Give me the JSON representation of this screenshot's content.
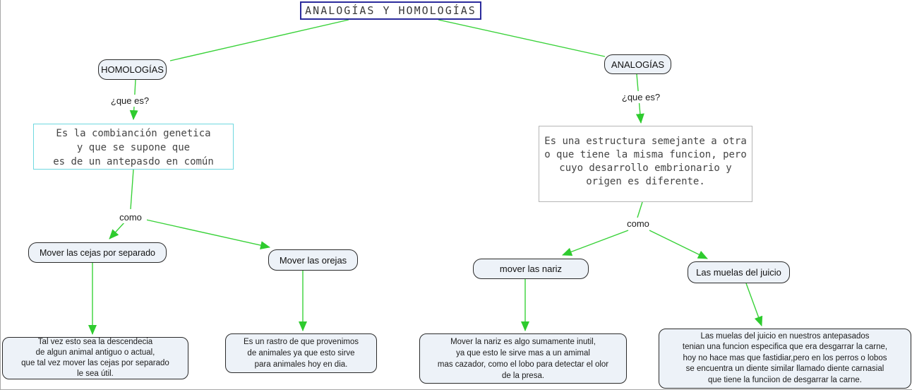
{
  "diagram": {
    "title": "ANALOGÍAS Y HOMOLOGÍAS",
    "left": {
      "concept": "HOMOLOGÍAS",
      "question_label": "¿que es?",
      "definition": "Es la combianción genetica\ny que se supone que\nes de un antepasdo en común",
      "link_label": "como",
      "example1": "Mover las cejas por separado",
      "example2": "Mover las orejas",
      "example1_detail": "Tal vez esto sea la descendecia\nde algun animal antiguo o actual,\nque tal vez mover las cejas por separado\nle sea útil.",
      "example2_detail": "Es un rastro de que provenimos\nde animales ya que esto sirve\npara animales hoy en dia."
    },
    "right": {
      "concept": "ANALOGÍAS",
      "question_label": "¿que es?",
      "definition": "Es una estructura semejante a otra\no que tiene la misma funcion, pero\ncuyo desarrollo embrionario y\norigen es diferente.",
      "link_label": "como",
      "example1": "mover las nariz",
      "example2": "Las muelas del juicio",
      "example1_detail": "Mover la nariz es algo sumamente inutil,\nya que esto le sirve mas a un amimal\nmas cazador, como el lobo para detectar el olor\nde la presa.",
      "example2_detail": "Las muelas del juicio en nuestros antepasados\ntenian una funcion especifica que era desgarrar la carne,\nhoy no hace mas que fastidiar,pero en los perros o lobos\nse encuentra un diente similar llamado diente carnasial\nque tiene la funciion de desgarrar la carne."
    },
    "colors": {
      "arrow_line": "#39d239",
      "arrow_head": "#2ecb2e",
      "title_border": "#2b2b9c",
      "left_definition_border": "#6fd8e0",
      "right_definition_border": "#b5b5b5",
      "node_fill": "#edf2f8",
      "node_border": "#2a2a2a"
    }
  }
}
